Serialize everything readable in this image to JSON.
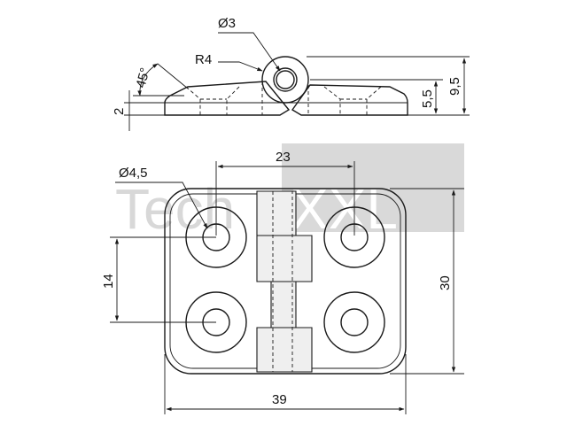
{
  "watermark": {
    "left_text": "Tech",
    "right_text": "XXL",
    "background_color": "#d9d9d9"
  },
  "side_view": {
    "hole_diameter_label": "Ø3",
    "radius_label": "R4",
    "angle_label": "45°",
    "base_thickness_label": "2",
    "pin_center_height_label": "5,5",
    "total_height_label": "9,5"
  },
  "top_view": {
    "hole_diameter_label": "Ø4,5",
    "hole_spacing_horizontal_label": "23",
    "hole_spacing_vertical_label": "14",
    "height_label": "30",
    "width_label": "39"
  }
}
